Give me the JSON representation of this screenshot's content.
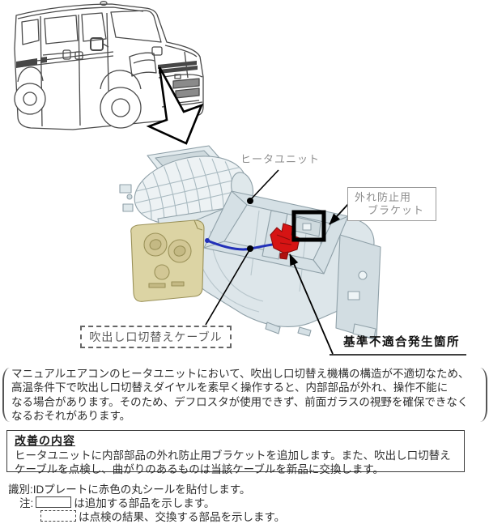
{
  "figure": {
    "heater_unit_label": "ヒータユニット",
    "bracket_label_line1": "外れ防止用",
    "bracket_label_line2": "ブラケット",
    "cable_label": "吹出し口切替えケーブル",
    "defect_label": "基準不適合発生箇所"
  },
  "description": {
    "lines": [
      "マニュアルエアコンのヒータユニットにおいて、吹出し口切替え機構の構造が不適切なため、",
      "高温条件下で吹出し口切替えダイヤルを素早く操作すると、内部部品が外れ、操作不能に",
      "なる場合があります。そのため、デフロスタが使用できず、前面ガラスの視野を確保できなく",
      "なるおそれがあります。"
    ]
  },
  "improvement": {
    "heading": "改善の内容",
    "lines": [
      "ヒータユニットに内部部品の外れ防止用ブラケットを追加します。また、吹出し口切替え",
      "ケーブルを点検し、曲がりのあるものは当該ケーブルを新品に交換します。"
    ]
  },
  "identification": {
    "id_line": "識別:IDプレートに赤色の丸シールを貼付します。",
    "note_prefix": "注:",
    "note_add": "は追加する部品を示します。",
    "note_replace": "は点検の結果、交換する部品を示します。"
  },
  "colors": {
    "highlight_red": "#d61414",
    "cable_blue": "#2230b8",
    "panel_cream": "#dcd4a4",
    "cad_line_gray": "#8fa0a8"
  }
}
